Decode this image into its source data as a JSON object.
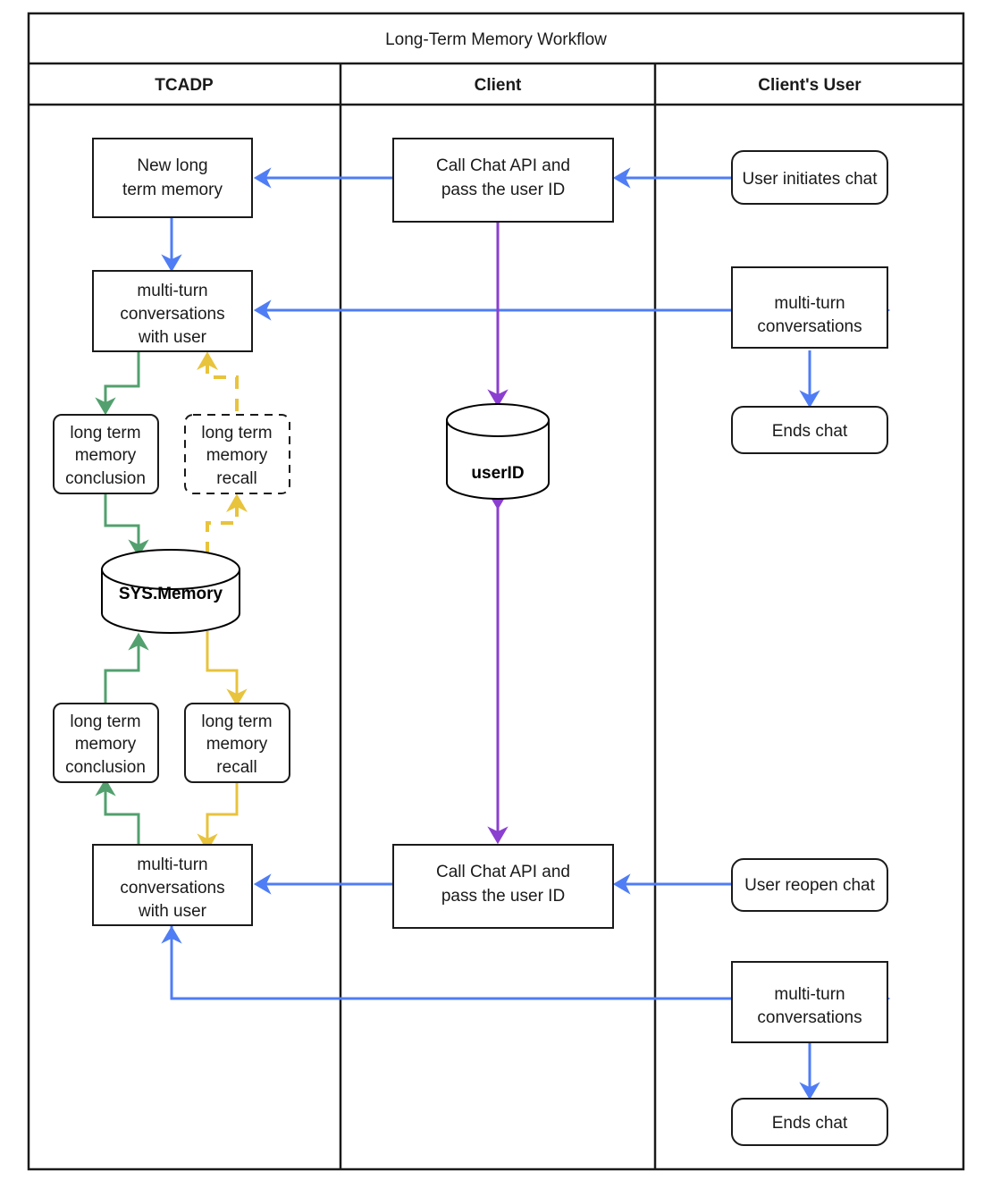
{
  "diagram": {
    "title": "Long-Term Memory Workflow",
    "type": "swimlane-flowchart",
    "lanes": [
      {
        "id": "tcadp",
        "label": "TCADP"
      },
      {
        "id": "client",
        "label": "Client"
      },
      {
        "id": "client-user",
        "label": "Client's User"
      }
    ],
    "colors": {
      "blue": "#4f7df5",
      "green": "#52a06e",
      "yellow": "#e8c33c",
      "purple": "#8b3fd0",
      "stroke": "#1a1a1a",
      "background": "#ffffff"
    },
    "nodes": {
      "new_long_term_memory": "New long\nterm memory",
      "new_long_term_memory_l1": "New long",
      "new_long_term_memory_l2": "term memory",
      "multiturn_with_user_top_l1": "multi-turn",
      "multiturn_with_user_top_l2": "conversations",
      "multiturn_with_user_top_l3": "with user",
      "ltm_conclusion_top_l1": "long term",
      "ltm_conclusion_top_l2": "memory",
      "ltm_conclusion_top_l3": "conclusion",
      "ltm_recall_top_l1": "long term",
      "ltm_recall_top_l2": "memory",
      "ltm_recall_top_l3": "recall",
      "sys_memory": "SYS.Memory",
      "ltm_conclusion_bottom_l1": "long term",
      "ltm_conclusion_bottom_l2": "memory",
      "ltm_conclusion_bottom_l3": "conclusion",
      "ltm_recall_bottom_l1": "long term",
      "ltm_recall_bottom_l2": "memory",
      "ltm_recall_bottom_l3": "recall",
      "multiturn_with_user_bottom_l1": "multi-turn",
      "multiturn_with_user_bottom_l2": "conversations",
      "multiturn_with_user_bottom_l3": "with user",
      "call_chat_api_top_l1": "Call Chat API and",
      "call_chat_api_top_l2": "pass the user ID",
      "userid": "userID",
      "call_chat_api_bottom_l1": "Call Chat API and",
      "call_chat_api_bottom_l2": "pass the user ID",
      "user_initiates_chat": "User initiates chat",
      "multiturn_conversations_top_l1": "multi-turn",
      "multiturn_conversations_top_l2": "conversations",
      "ends_chat_top": "Ends chat",
      "user_reopen_chat": "User reopen chat",
      "multiturn_conversations_bottom_l1": "multi-turn",
      "multiturn_conversations_bottom_l2": "conversations",
      "ends_chat_bottom": "Ends chat"
    }
  }
}
